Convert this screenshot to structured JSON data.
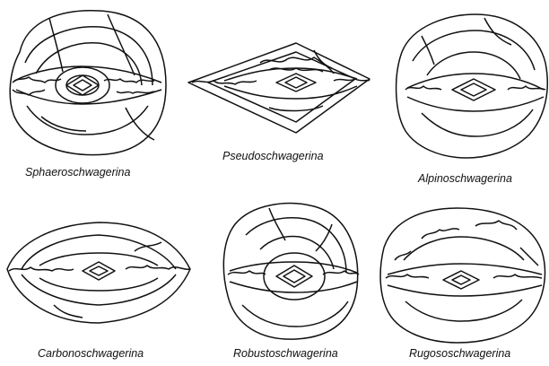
{
  "figure": {
    "taxa": [
      {
        "name": "Sphaeroschwagerina",
        "shape": "sphere"
      },
      {
        "name": "Pseudoschwagerina",
        "shape": "rhomb"
      },
      {
        "name": "Alpinoschwagerina",
        "shape": "round"
      },
      {
        "name": "Carbonoschwagerina",
        "shape": "rhomb-thick"
      },
      {
        "name": "Robustoschwagerina",
        "shape": "round-tall"
      },
      {
        "name": "Rugososchwagerina",
        "shape": "ellipse-wide"
      }
    ],
    "colors": {
      "stroke": "#111111",
      "background": "#ffffff"
    }
  }
}
